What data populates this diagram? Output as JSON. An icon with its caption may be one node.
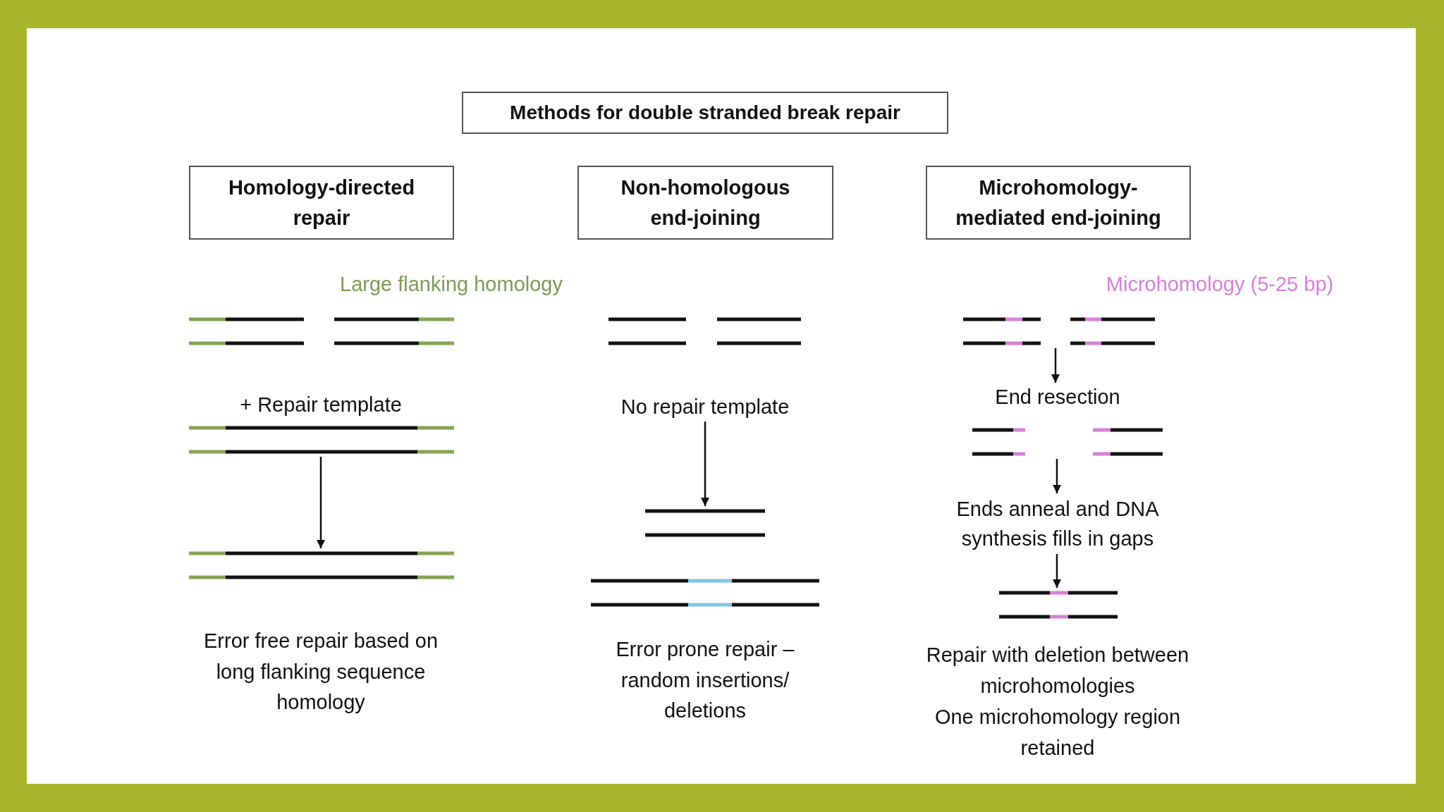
{
  "diagram": {
    "nodes": [
      {
        "text": [
          "Methods for double stranded break repair"
        ]
      },
      {
        "text": [
          "Homology-directed repair"
        ]
      },
      {
        "text": [
          "Non-homologous end-joining"
        ]
      },
      {
        "text": [
          "Microhomology-mediated end-joining"
        ]
      },
      {
        "text": [],
        "shape": "bar"
      },
      {
        "text": [],
        "shape": "bar"
      },
      {
        "text": [
          "No repair template"
        ]
      },
      {
        "text": [],
        "shape": "bar"
      },
      {
        "text": [],
        "shape": "bar"
      },
      {
        "text": [
          "End resection"
        ]
      },
      {
        "text": [],
        "shape": "bar"
      },
      {
        "text": [
          "Ends anneal and DNA synthesis fills in gaps"
        ]
      },
      {
        "text": [],
        "shape": "bar"
      }
    ],
    "edges": [
      {
        "from": 4,
        "to": 5,
        "arrow": "to"
      },
      {
        "from": 6,
        "to": 7,
        "arrow": "to"
      },
      {
        "from": 8,
        "to": 9,
        "arrow": "to"
      },
      {
        "from": 10,
        "to": 11,
        "arrow": "to"
      },
      {
        "from": 11,
        "to": 12,
        "arrow": "to"
      }
    ],
    "labels": [
      "Large flanking homology",
      "Microhomology (5-25 bp)",
      "+ Repair template",
      "Error free repair based on long flanking sequence homology",
      "Error prone repair – random insertions/ deletions",
      "Repair with deletion between microhomologies",
      "One microhomology region retained"
    ]
  }
}
